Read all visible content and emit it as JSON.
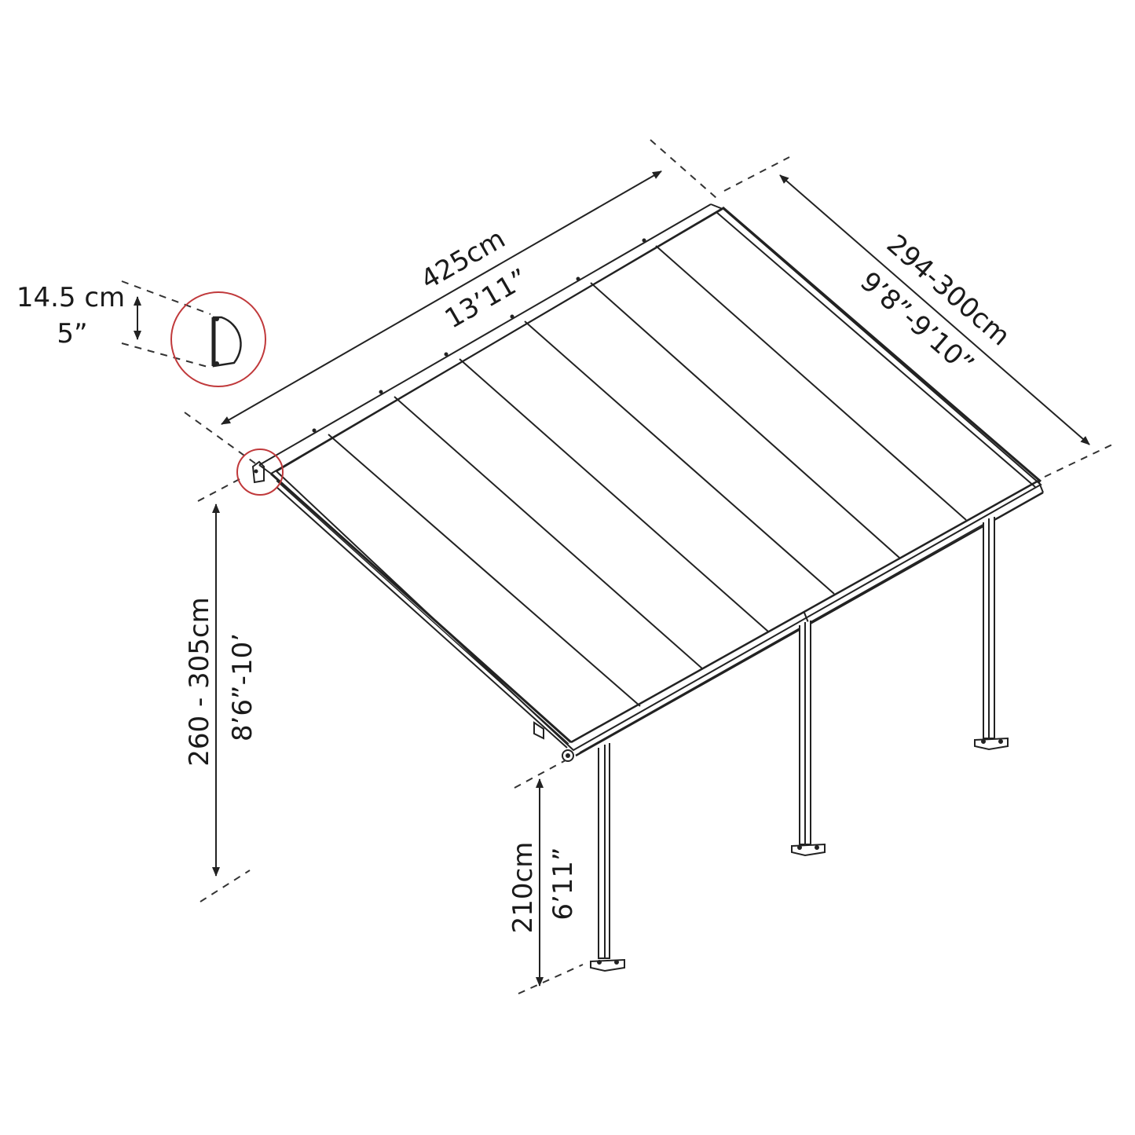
{
  "dimensions": {
    "length_cm": "425cm",
    "length_in": "13’11”",
    "depth_cm": "294-300cm",
    "depth_in": "9’8”-9’10”",
    "wall_height_cm": "260 - 305cm",
    "wall_height_in": "8’6”-10’",
    "post_height_cm": "210cm",
    "post_height_in": "6’11”",
    "profile_cm": "14.5 cm",
    "profile_in": "5”"
  },
  "colors": {
    "detail_circle": "#c0393b",
    "line": "#222222"
  }
}
